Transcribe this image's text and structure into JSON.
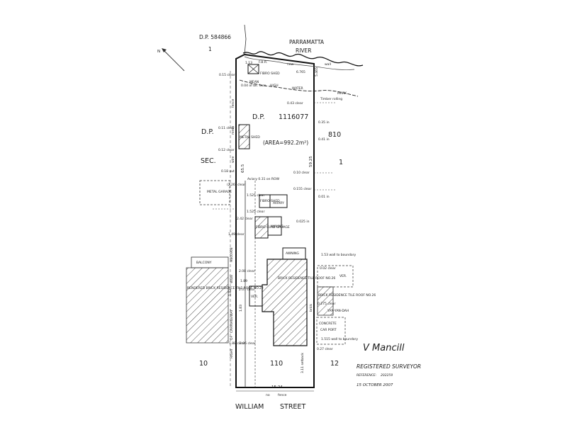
{
  "lots": {
    "dp_top_left": "D.P.  584866",
    "dp_top_left_num": "1",
    "dp_main": "D.P.",
    "dp_main_num": "1116077",
    "dp_side": "D.P.",
    "sec": "SEC.",
    "lot_810": "810",
    "lot_1": "1",
    "area": "(AREA=992.2m²)",
    "lot_10": "10",
    "lot_110": "110",
    "lot_12": "12"
  },
  "river": {
    "name1": "PARRAMATTA",
    "name2": "RIVER",
    "mean": "MEAN",
    "high": "HIGH",
    "water": "WATER",
    "mark": "MARK",
    "dim_113": "1.13",
    "dim_6765": "6.765",
    "dim_5465": "5.465",
    "rw": "wall",
    "fbr": "F.B.R.",
    "new": "new"
  },
  "street": {
    "name1": "WILLIAM",
    "name2": "STREET",
    "frontage": "15.24",
    "fence_no": "no",
    "fence": "fence"
  },
  "buildings": {
    "fibro_shed_top": "FIBRO SHED",
    "metal_shed": "METAL SHED",
    "metal_garage": "METAL GARAGE",
    "aviary_note": "Aviary 0.31 on ROW",
    "fibro_shed_mid": "FIBRO SHED",
    "aviary": "AVIARY",
    "fibro_garage": "FIBRO CLAD GARAGE",
    "awning1": "AWNING",
    "awning2": "AWNING",
    "balcony": "BALCONY",
    "res_22": "RENDERED BRICK RESIDENCE TILE ROOF NO.22",
    "res_26": "BRICK RESIDENCE TILE ROOF NO.26",
    "res_26b": "BRICK RESIDENCE TILE ROOF NO.26",
    "ver1": "VER.",
    "ver2": "VER.",
    "concrete": "CONCRETE",
    "carport": "CAR PORT",
    "yanyan": "YAN-YAN-DAH"
  },
  "dimensions": {
    "d015": "0.15 clear",
    "d004": "0.04 of bk. face",
    "d043": "0.43 clear",
    "timber": "Timber rolling",
    "d035": "0.35 in",
    "d011": "0.11 clear",
    "d041": "0.41 in",
    "d012": "0.12 clear",
    "d018": "0.18 out",
    "d010": "0.10 clear",
    "d2026": "(2.26) clear",
    "d01525a": "1.525 clear",
    "d0155": "0.155 clear",
    "d001": "0.01 in",
    "d01525b": "1.525 clear",
    "d242": "2.42 clear",
    "d0025": "0.025 in",
    "d149": "1.49 clear",
    "d153": "1.53 wall to boundary",
    "d002": "0.02 clear",
    "d208": "2.08 clear",
    "d189": "1.89",
    "d207": "2.07 clear",
    "d183a": "1.83",
    "d183b": "1.83",
    "d188": "1.88 clear",
    "d206": "2.06 clear",
    "d1515": "1.515 wall to boundary",
    "d027": "0.27 clear",
    "d0275": "0.275 clear",
    "d311": "3.11 setback",
    "d655": "65.5",
    "d5925": "59.25",
    "wire": "wire",
    "mesh": "mesh",
    "fence": "fence",
    "brick": "brick"
  },
  "row_labels": {
    "right": "RIGHT",
    "of": "OF",
    "carriageway": "CARRIAGEWAY",
    "wide": "WIDE",
    "dp": "H800908"
  },
  "surveyor": {
    "signature": "V Mancill",
    "title": "REGISTERED SURVEYOR",
    "reference_label": "REFERENCE:",
    "reference_value": "202259",
    "date": "15 OCTOBER 2007"
  },
  "north_arrow": {
    "label": "N"
  }
}
